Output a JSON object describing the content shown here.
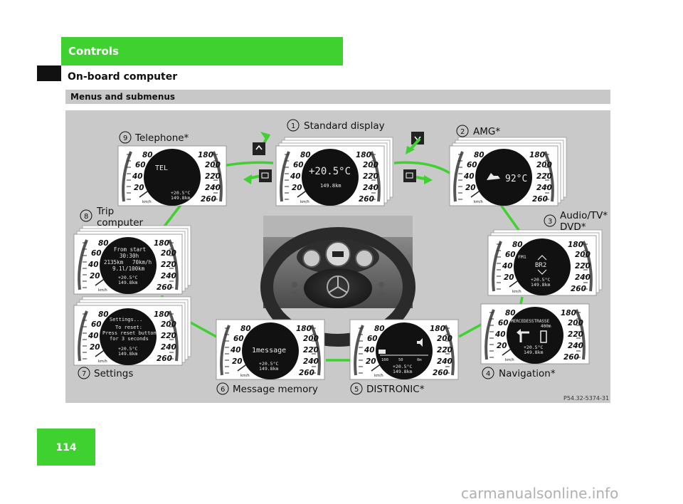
{
  "header": {
    "section": "Controls",
    "subsection": "On-board computer"
  },
  "menu_title": "Menus and submenus",
  "ref_code": "P54.32-5374-31",
  "page_number": "114",
  "watermark": "carmanualsonline.info",
  "colors": {
    "green": "#3fd12f",
    "connector": "#3fd12f",
    "panel_bg": "#c9c9c9",
    "bar_bg": "#c8c8c8"
  },
  "speed_scale": {
    "left": [
      "20",
      "40",
      "60",
      "80"
    ],
    "right": [
      "180",
      "200",
      "220",
      "240",
      "260"
    ],
    "unit": "km/h"
  },
  "menus": [
    {
      "num": "1",
      "label": "Standard display",
      "screen": [
        "+20.5°C",
        "149.8km"
      ]
    },
    {
      "num": "2",
      "label": "AMG*",
      "screen": [
        "92°C"
      ]
    },
    {
      "num": "3",
      "label": "Audio/TV*",
      "label2": "DVD*",
      "screen": [
        "FM1",
        "BR2",
        "+20.5°C",
        "149.8km"
      ]
    },
    {
      "num": "4",
      "label": "Navigation*",
      "screen": [
        "MERCEDESSTRASSE",
        "400m",
        "+20.5°C",
        "149.8km"
      ]
    },
    {
      "num": "5",
      "label": "DISTRONIC*",
      "screen": [
        "100",
        "50",
        "0m",
        "+20.5°C",
        "149.8km"
      ]
    },
    {
      "num": "6",
      "label": "Message memory",
      "screen": [
        "1message",
        "+20.5°C",
        "149.8km"
      ]
    },
    {
      "num": "7",
      "label": "Settings",
      "screen": [
        "Settings...",
        "To reset:",
        "Press reset button",
        "for 3 seconds",
        "+20.5°C",
        "149.8km"
      ]
    },
    {
      "num": "8",
      "label": "Trip",
      "label2": "computer",
      "screen": [
        "From start",
        "30:30h",
        "2135km",
        "70km/h",
        "9.1l/100km",
        "+20.5°C",
        "149.8km"
      ]
    },
    {
      "num": "9",
      "label": "Telephone*",
      "screen": [
        "TEL",
        "+20.5°C",
        "149.8km"
      ]
    }
  ]
}
